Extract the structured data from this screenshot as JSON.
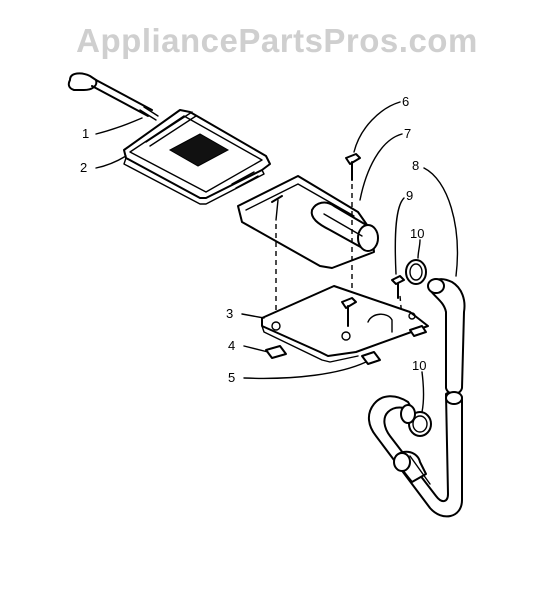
{
  "watermark": {
    "text": "AppliancePartsPros.com"
  },
  "callouts": {
    "c1": "1",
    "c2": "2",
    "c3": "3",
    "c4": "4",
    "c5": "5",
    "c6": "6",
    "c7": "7",
    "c8": "8",
    "c9": "9",
    "c10a": "10",
    "c10b": "10"
  }
}
